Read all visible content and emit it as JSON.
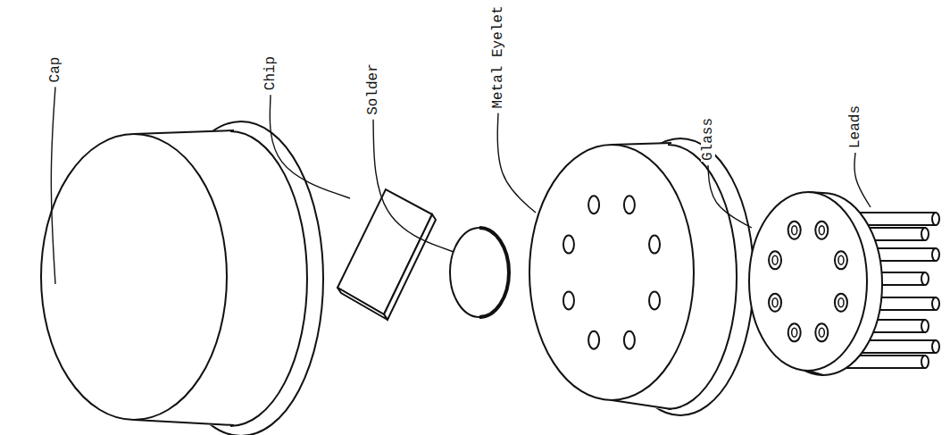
{
  "diagram": {
    "labels": [
      "Cap",
      "Chip",
      "Solder",
      "Metal Eyelet",
      "Glass",
      "Leads"
    ]
  }
}
